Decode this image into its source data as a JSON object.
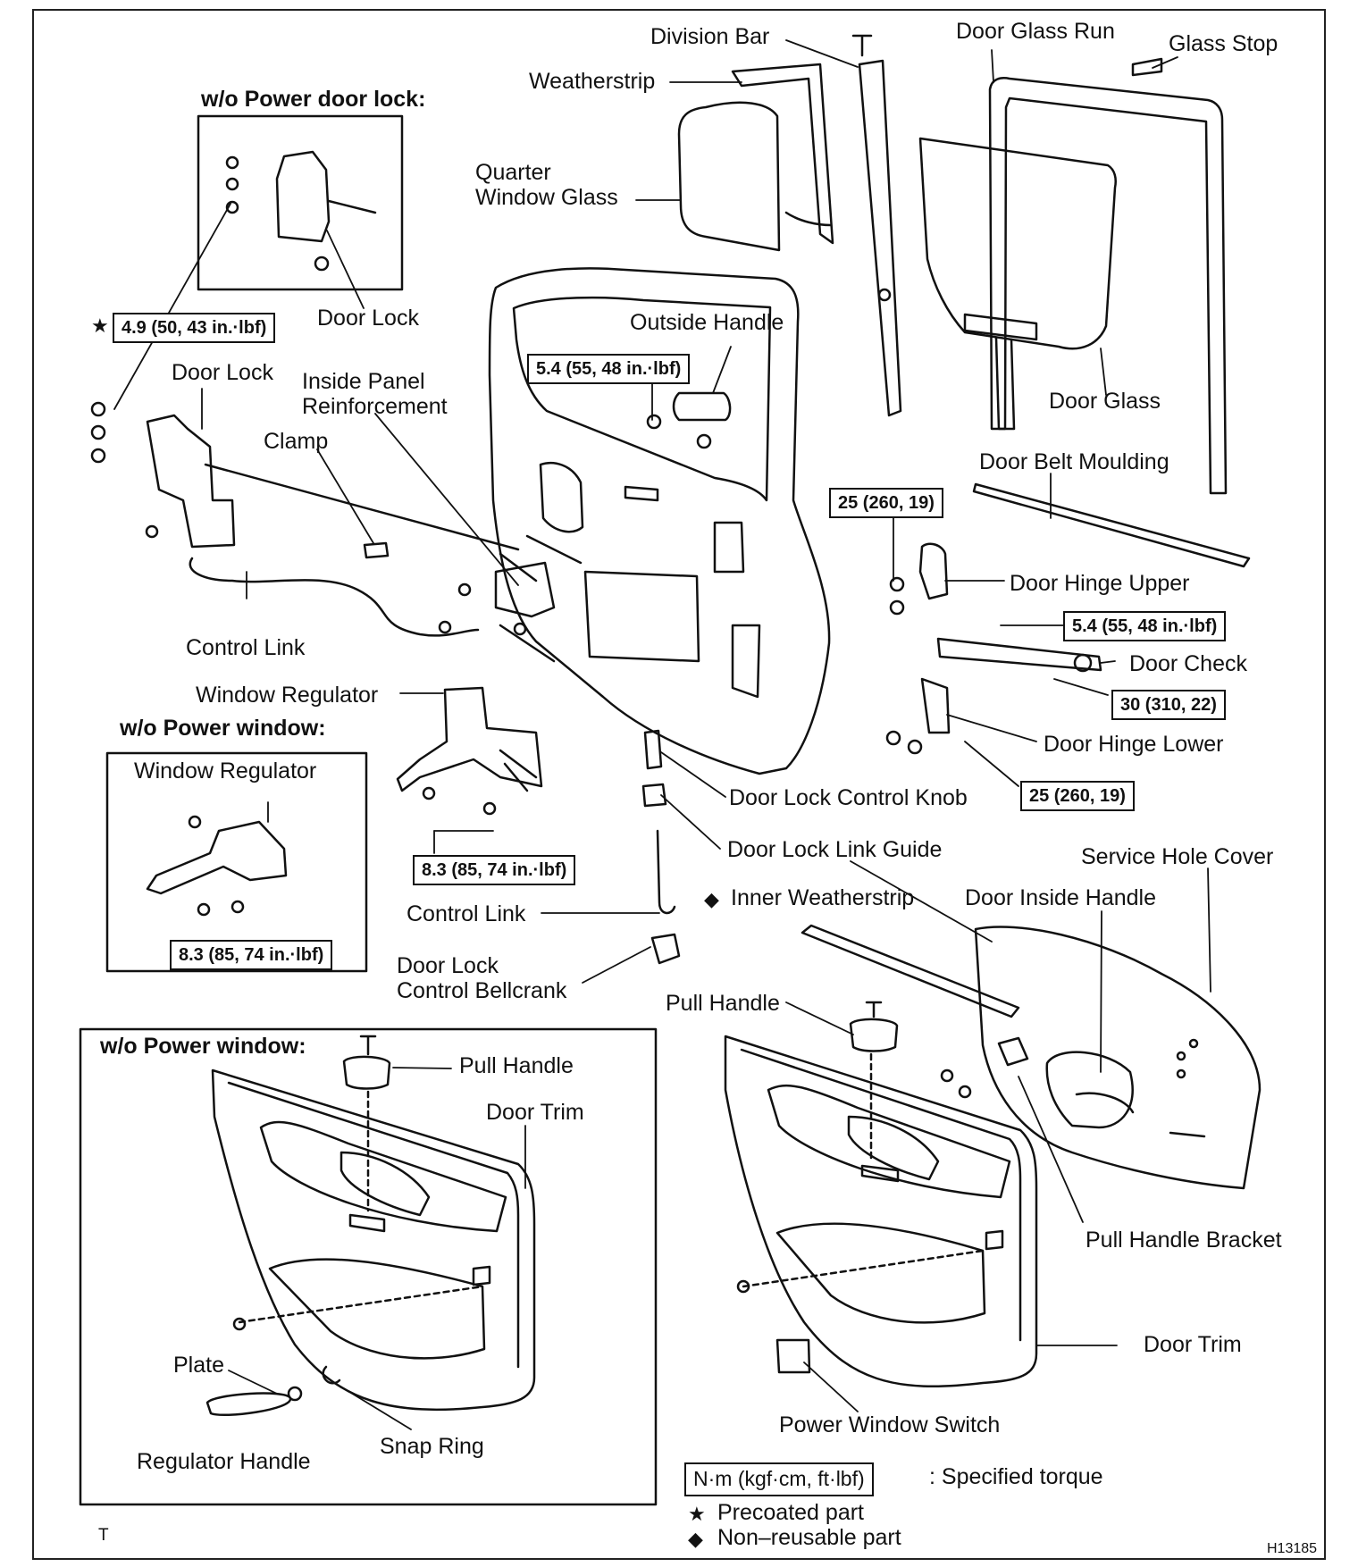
{
  "headers": {
    "wo_power_door_lock": "w/o Power door lock:",
    "wo_power_window_1": "w/o Power window:",
    "wo_power_window_2": "w/o Power window:"
  },
  "labels": {
    "division_bar": "Division Bar",
    "door_glass_run": "Door Glass Run",
    "glass_stop": "Glass Stop",
    "weatherstrip": "Weatherstrip",
    "quarter_window_glass": "Quarter\nWindow Glass",
    "door_lock_1": "Door Lock",
    "door_lock_2": "Door Lock",
    "outside_handle": "Outside Handle",
    "inside_panel_reinforcement": "Inside Panel\nReinforcement",
    "clamp": "Clamp",
    "door_glass": "Door Glass",
    "door_belt_moulding": "Door Belt Moulding",
    "door_hinge_upper": "Door Hinge Upper",
    "door_check": "Door Check",
    "door_hinge_lower": "Door Hinge Lower",
    "control_link_1": "Control Link",
    "window_regulator_1": "Window Regulator",
    "window_regulator_2": "Window Regulator",
    "door_lock_control_knob": "Door Lock Control Knob",
    "door_lock_link_guide": "Door Lock Link Guide",
    "service_hole_cover": "Service Hole Cover",
    "inner_weatherstrip": "Inner Weatherstrip",
    "door_inside_handle": "Door Inside Handle",
    "control_link_2": "Control Link",
    "door_lock_control_bellcrank": "Door Lock\nControl Bellcrank",
    "pull_handle_1": "Pull Handle",
    "pull_handle_2": "Pull Handle",
    "door_trim_1": "Door Trim",
    "door_trim_2": "Door Trim",
    "pull_handle_bracket": "Pull Handle Bracket",
    "plate": "Plate",
    "regulator_handle": "Regulator Handle",
    "snap_ring": "Snap Ring",
    "power_window_switch": "Power Window Switch"
  },
  "torques": {
    "t1": "4.9 (50, 43 in.·lbf)",
    "t2": "5.4 (55, 48 in.·lbf)",
    "t3": "25 (260, 19)",
    "t4": "5.4 (55, 48 in.·lbf)",
    "t5": "30 (310, 22)",
    "t6": "25 (260, 19)",
    "t7": "8.3 (85, 74 in.·lbf)",
    "t8": "8.3 (85, 74 in.·lbf)"
  },
  "symbols": {
    "star": "★",
    "diamond": "◆"
  },
  "legend": {
    "unit_box": "N·m (kgf·cm, ft·lbf)",
    "unit_desc": ": Specified torque",
    "precoated": "Precoated part",
    "non_reusable": "Non–reusable part"
  },
  "corner_letter": "T",
  "figure_code": "H13185"
}
